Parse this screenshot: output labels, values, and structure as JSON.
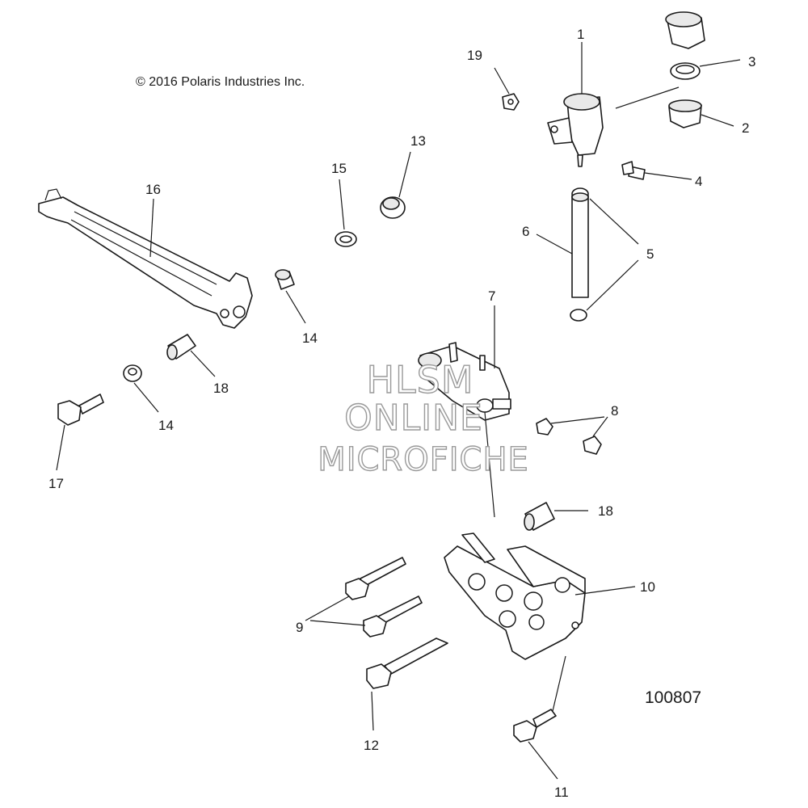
{
  "copyright": "© 2016 Polaris Industries Inc.",
  "reference_number": "100807",
  "watermark": [
    "HLSM",
    "ONLINE",
    "MICROFICHE"
  ],
  "callouts": [
    "1",
    "2",
    "3",
    "4",
    "5",
    "6",
    "7",
    "8",
    "9",
    "10",
    "11",
    "12",
    "13",
    "14",
    "14",
    "15",
    "16",
    "17",
    "18",
    "18",
    "19"
  ]
}
